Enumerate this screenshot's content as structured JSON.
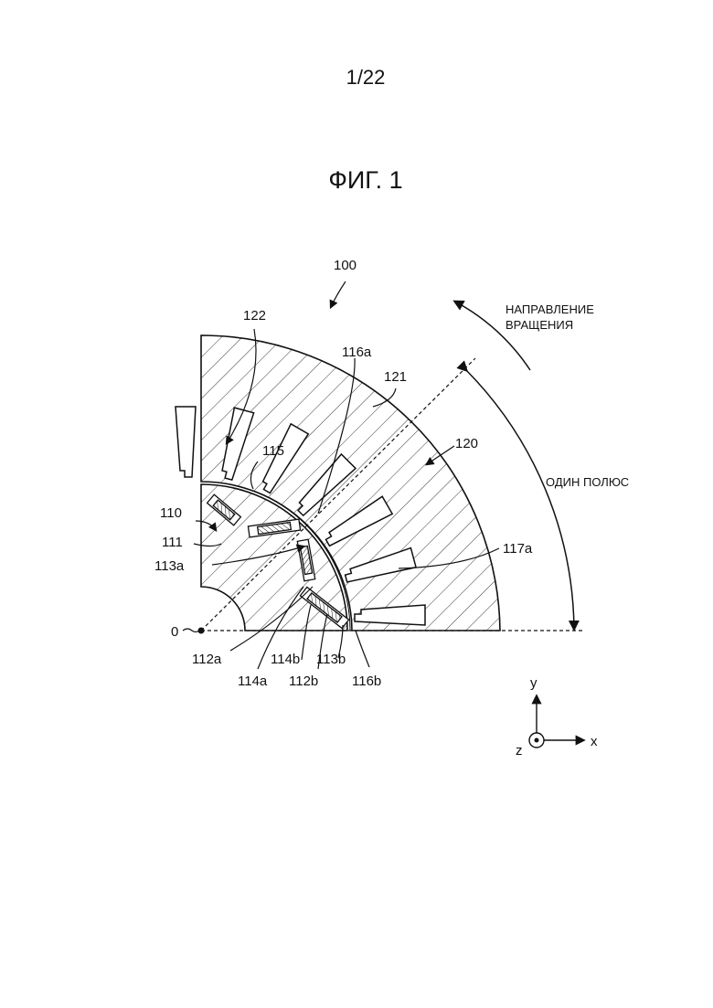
{
  "header": {
    "page_number": "1/22",
    "figure_title": "ФИГ. 1"
  },
  "labels": {
    "assembly": "100",
    "stator_core": "122",
    "stator": "120",
    "stator_yoke": "121",
    "rotor": "110",
    "rotor_core": "111",
    "flux_barrier": "115",
    "slot_opening_a": "116a",
    "slot_opening_b": "116b",
    "tooth_tip": "117a",
    "magnet_hole_a": "113a",
    "magnet_hole_b": "113b",
    "magnet_a": "112a",
    "magnet_b": "112b",
    "bridge_a": "114a",
    "bridge_b": "114b",
    "origin": "0"
  },
  "annotations": {
    "rotation_direction_line1": "НАПРАВЛЕНИЕ",
    "rotation_direction_line2": "ВРАЩЕНИЯ",
    "one_pole": "ОДИН ПОЛЮС"
  },
  "axes": {
    "x": "x",
    "y": "y",
    "z": "z"
  }
}
